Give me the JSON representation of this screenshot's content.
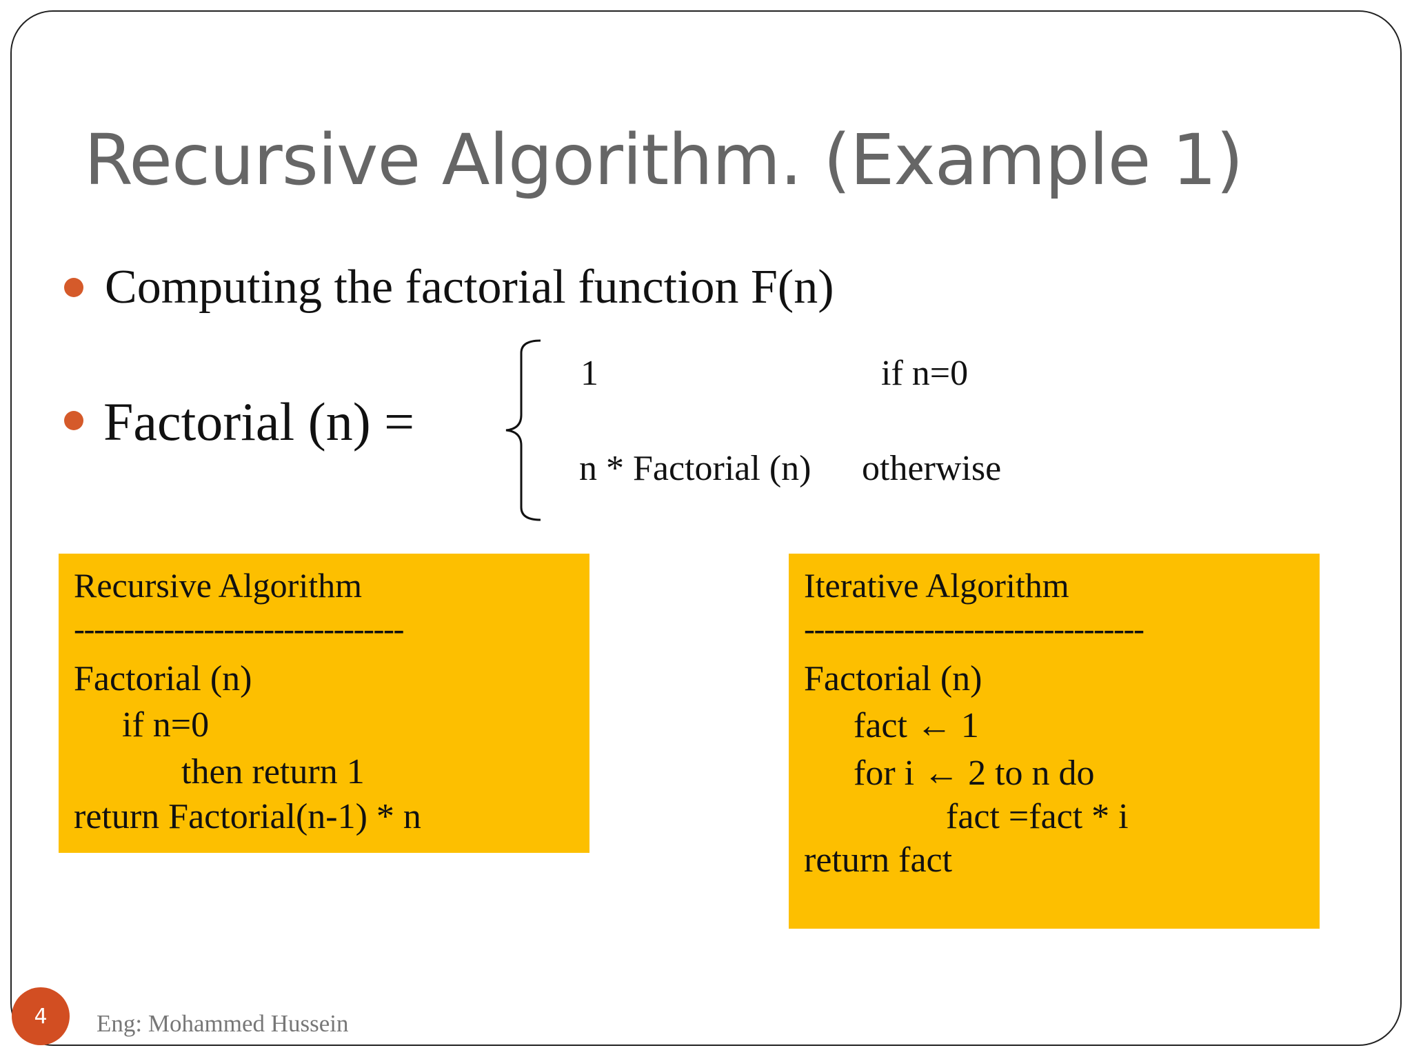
{
  "slide": {
    "title": "Recursive Algorithm. (Example 1)",
    "bullets": [
      "Computing the factorial function F(n)",
      "Factorial (n) ="
    ],
    "cases": [
      {
        "value": "1",
        "condition": "if n=0"
      },
      {
        "value": "n * Factorial (n)",
        "condition": "otherwise"
      }
    ],
    "recursive_box": {
      "title": "Recursive Algorithm",
      "separator": "---------------------------------",
      "lines": [
        "Factorial (n)",
        "if n=0",
        "then return 1",
        "return Factorial(n-1) * n"
      ]
    },
    "iterative_box": {
      "title": "Iterative Algorithm",
      "separator": "----------------------------------",
      "lines": [
        "Factorial (n)",
        "fact ← 1",
        "for i ← 2 to n  do",
        "fact =fact * i",
        "return fact"
      ]
    },
    "footer": {
      "page_number": "4",
      "author": "Eng: Mohammed Hussein"
    },
    "colors": {
      "box_fill": "#fdbf00",
      "bullet": "#d55a2a",
      "page_badge": "#d24e22",
      "title": "#666666"
    }
  }
}
